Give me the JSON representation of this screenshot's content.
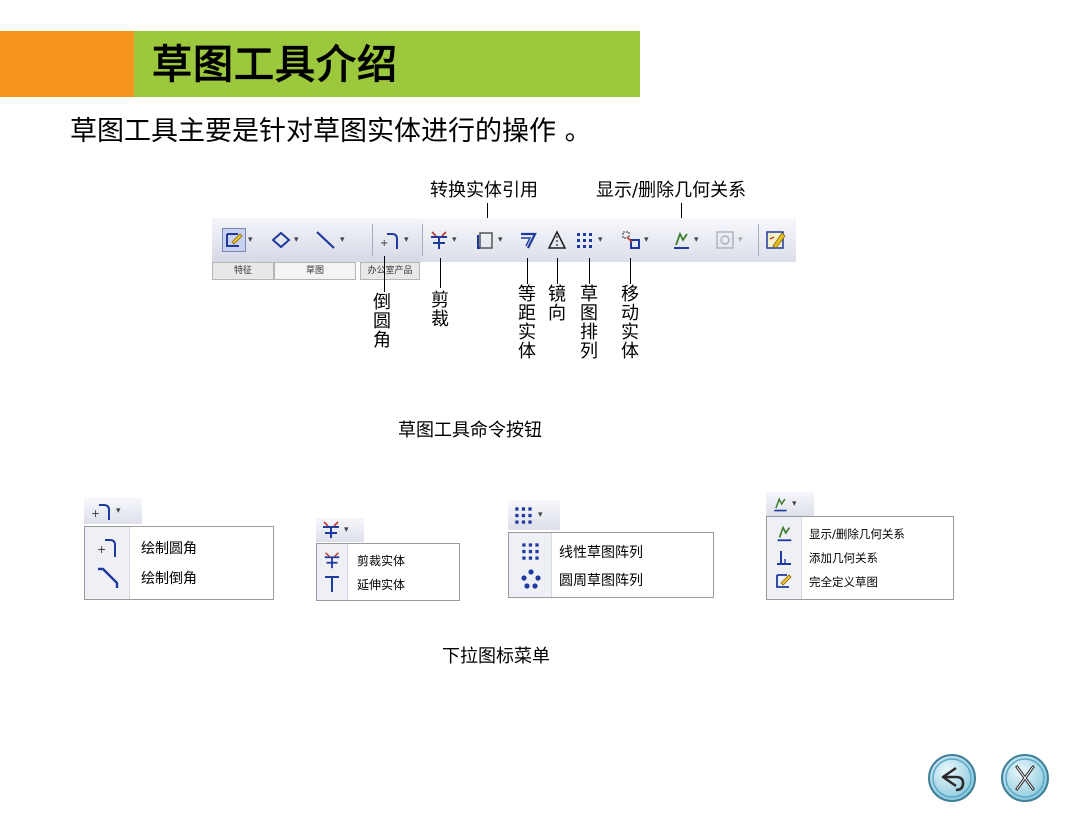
{
  "title": "草图工具介绍",
  "subtitle": "草图工具主要是针对草图实体进行的操作 。",
  "toolbar": {
    "tabs": [
      "特征",
      "草图",
      "办公室产品"
    ],
    "annotations_top": {
      "convert": "转换实体引用",
      "relations": "显示/删除几何关系"
    },
    "annotations_vertical": {
      "fillet": "倒圆角",
      "trim": "剪裁",
      "offset": "等距实体",
      "mirror": "镜向",
      "pattern": "草图排列",
      "move": "移动实体"
    },
    "caption": "草图工具命令按钮"
  },
  "menus": {
    "fillet": [
      "绘制圆角",
      "绘制倒角"
    ],
    "trim": [
      "剪裁实体",
      "延伸实体"
    ],
    "pattern": [
      "线性草图阵列",
      "圆周草图阵列"
    ],
    "relations": [
      "显示/删除几何关系",
      "添加几何关系",
      "完全定义草图"
    ],
    "caption": "下拉图标菜单"
  },
  "icons": {
    "back": "back-arrow-icon",
    "close": "close-x-icon"
  },
  "colors": {
    "banner_orange": "#f7941d",
    "banner_green": "#9bc83c",
    "icon_blue": "#1f3a9e",
    "nav_teal": "#5aa9c8"
  }
}
